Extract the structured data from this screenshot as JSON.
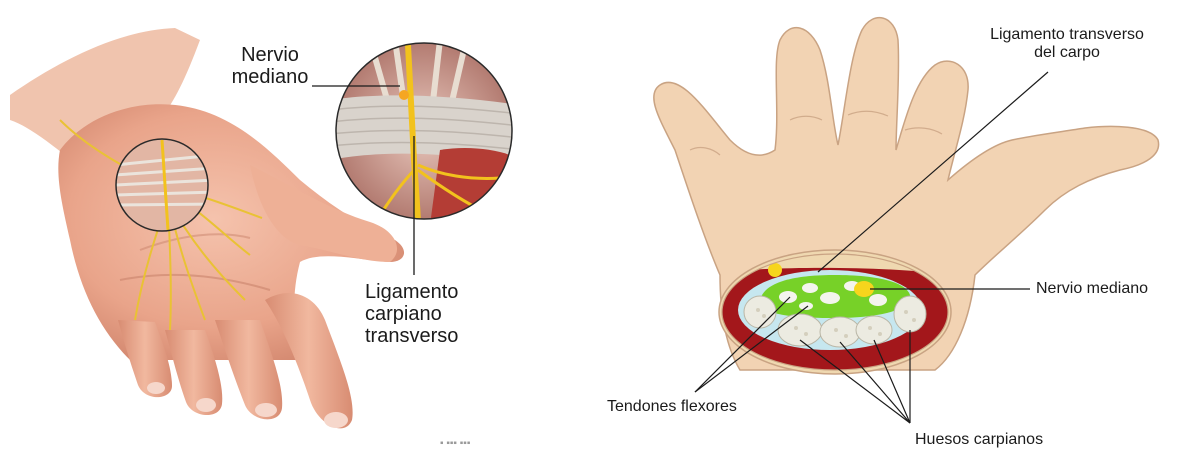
{
  "left_panel": {
    "label_nerve_line1": "Nervio",
    "label_nerve_line2": "mediano",
    "label_ligament_line1": "Ligamento",
    "label_ligament_line2": "carpiano",
    "label_ligament_line3": "transverso",
    "watermark": "▪ ▪▪▪ ▪▪▪"
  },
  "right_panel": {
    "label_ligament_line1": "Ligamento transverso",
    "label_ligament_line2": "del carpo",
    "label_nerve": "Nervio mediano",
    "label_tendons": "Tendones flexores",
    "label_bones": "Huesos carpianos"
  },
  "colors": {
    "skin_left": "#e8a48c",
    "skin_right": "#f2d3b3",
    "nerve": "#f2c21d",
    "tendon_green": "#77d128",
    "muscle_red": "#a3171b",
    "ligament_grey": "#c9c3bd"
  }
}
